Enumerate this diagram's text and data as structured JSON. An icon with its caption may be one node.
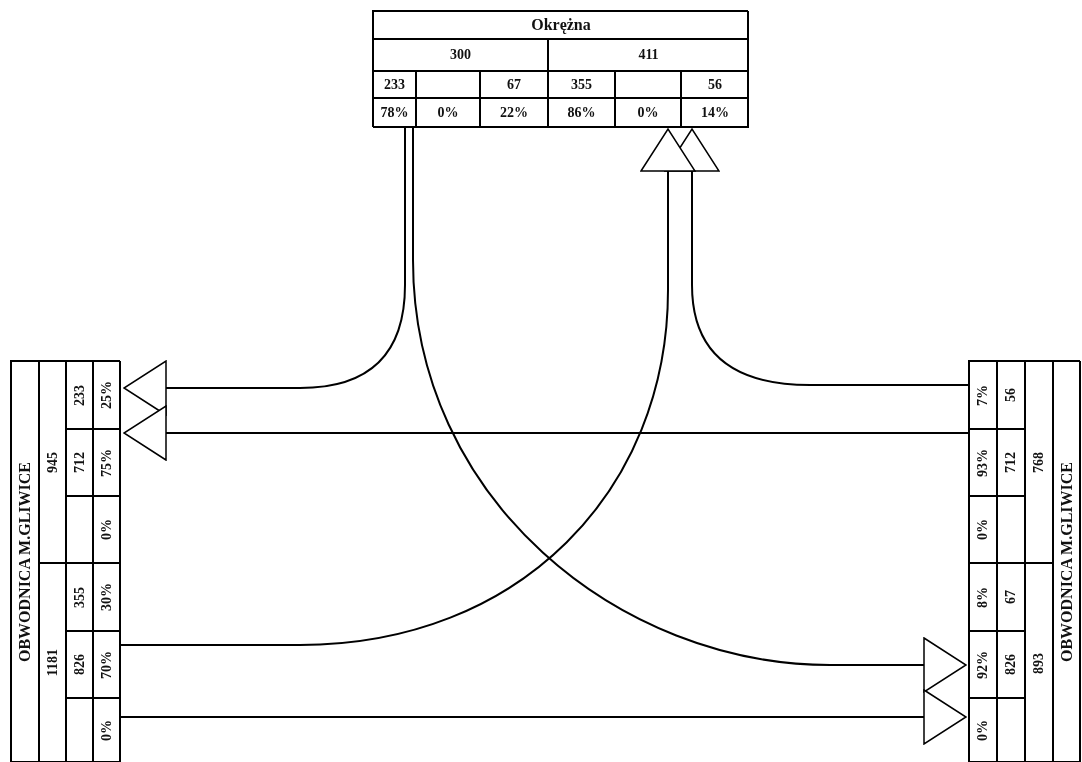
{
  "diagram": {
    "nodes": [
      {
        "text": [
          "Okrężna",
          "300",
          "411",
          "233",
          "67",
          "355",
          "56",
          "78%",
          "0%",
          "22%",
          "86%",
          "0%",
          "14%"
        ]
      },
      {
        "text": [
          "OBWODNICA M.GLIWICE",
          "945",
          "1181",
          "233",
          "712",
          "355",
          "826",
          "25%",
          "75%",
          "0%",
          "30%",
          "70%",
          "0%"
        ]
      },
      {
        "text": [
          "7%",
          "93%",
          "0%",
          "8%",
          "92%",
          "0%",
          "56",
          "712",
          "67",
          "826",
          "768",
          "893",
          "OBWODNICA M.GLIWICE"
        ]
      }
    ],
    "edges": [
      {
        "from": 0,
        "to": 1,
        "arrow": "to"
      },
      {
        "from": 0,
        "to": 2,
        "arrow": "to"
      },
      {
        "from": 2,
        "to": 1,
        "arrow": "to"
      },
      {
        "from": 2,
        "to": 0,
        "arrow": "to"
      },
      {
        "from": 1,
        "to": 2,
        "arrow": "to"
      },
      {
        "from": 1,
        "to": 0,
        "arrow": "to"
      }
    ]
  }
}
